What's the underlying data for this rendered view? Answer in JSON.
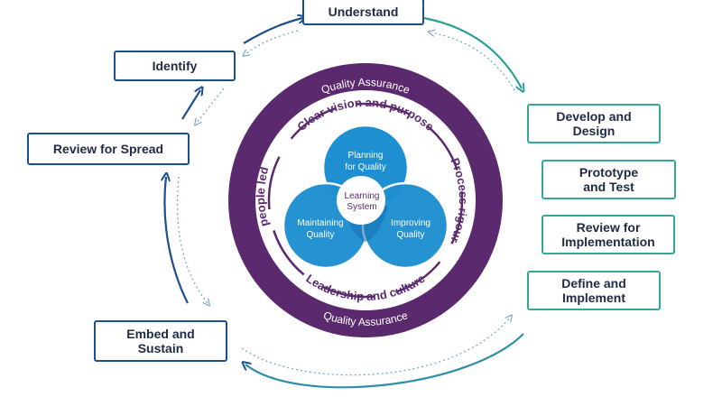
{
  "title": "",
  "ring": {
    "outer_top": "Quality Assurance",
    "outer_bottom": "Quality Assurance",
    "inner_top": "Clear vision and purpose",
    "inner_right": "Process rigour",
    "inner_bottom": "Leadership and culture",
    "inner_left": "people led"
  },
  "venn": {
    "top": "Planning\nfor Quality",
    "left": "Maintaining\nQuality",
    "right": "Improving\nQuality",
    "center": "Learning\nSystem"
  },
  "steps": {
    "understand": "Understand",
    "identify": "Identify",
    "review_spread": "Review for Spread",
    "embed": "Embed and\nSustain",
    "develop": "Develop and\nDesign",
    "prototype": "Prototype\nand Test",
    "review_impl": "Review for\nImplementation",
    "define": "Define and\nImplement"
  },
  "colors": {
    "purple": "#5b2a6e",
    "navy": "#1d4f8c",
    "teal": "#33a79a",
    "venn_blue": "#1e8fd0"
  }
}
